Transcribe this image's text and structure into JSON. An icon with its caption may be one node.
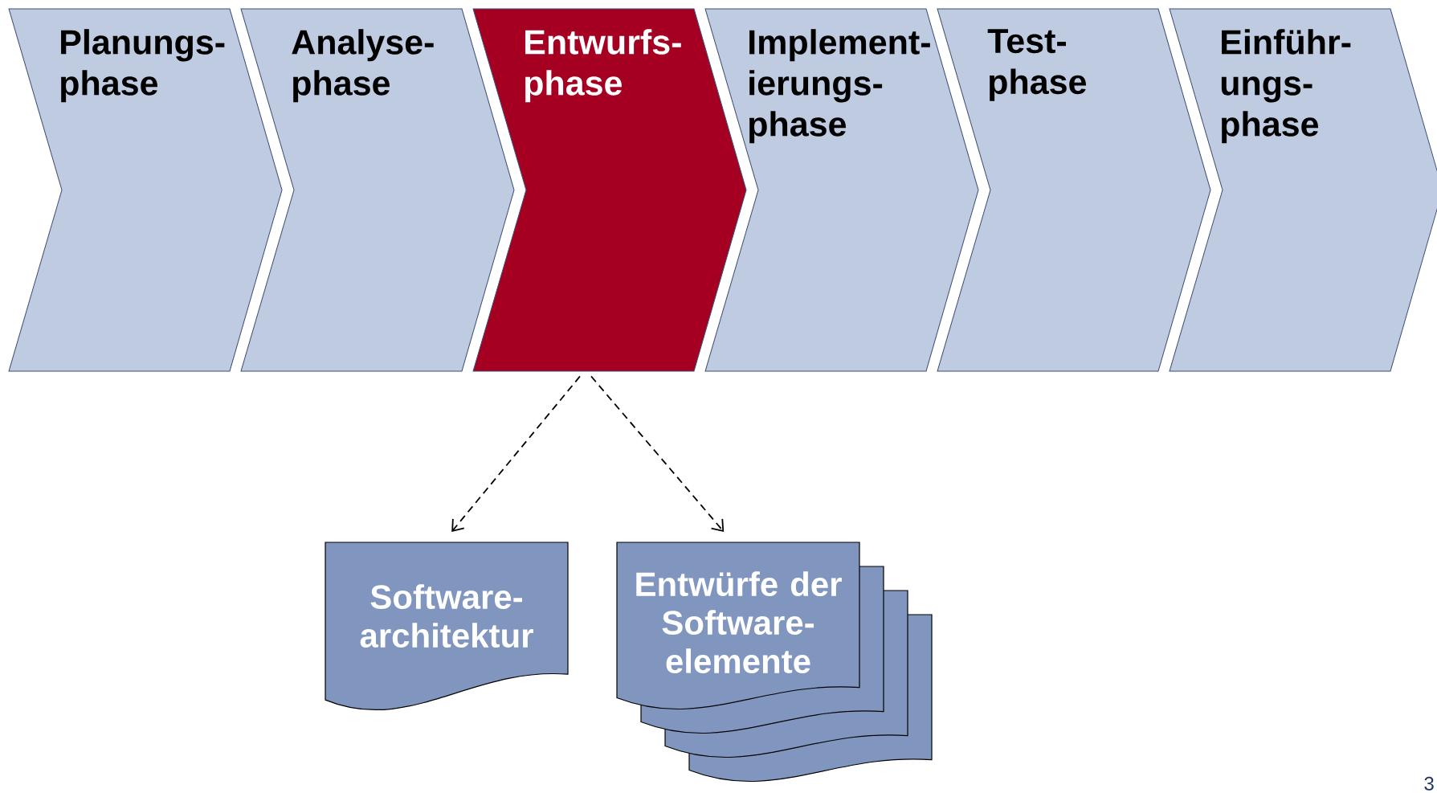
{
  "diagram": {
    "nodes": [
      {
        "text": [
          "Planungs- phase"
        ]
      },
      {
        "text": [
          "Analyse- phase"
        ]
      },
      {
        "text": [
          "Entwurfs- phase"
        ]
      },
      {
        "text": [
          "Implement- ierungs- phase"
        ]
      },
      {
        "text": [
          "Test- phase"
        ]
      },
      {
        "text": [
          "Einführ- ungs- phase"
        ]
      },
      {
        "text": [
          "Software- architektur"
        ]
      },
      {
        "text": [
          "Entwürfe der Software- elemente"
        ]
      }
    ],
    "edges": [
      {
        "from": 2,
        "to": 6,
        "arrow": "to",
        "style": "dashed"
      },
      {
        "from": 2,
        "to": 7,
        "arrow": "to",
        "style": "dashed"
      }
    ],
    "labels": [
      "3"
    ]
  }
}
